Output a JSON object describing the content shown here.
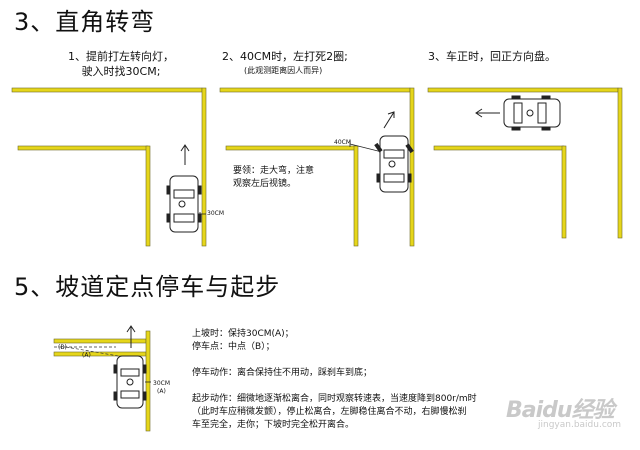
{
  "section3": {
    "title": "3、直角转弯",
    "step1": {
      "line1": "1、提前打左转向灯，",
      "line2": "驶入时找30CM;",
      "dim": "30CM"
    },
    "step2": {
      "line1": "2、40CM时，左打死2圈;",
      "note": "(此观测距离因人而异)",
      "dim": "40CM",
      "tip1": "要领：走大弯，注意",
      "tip2": "观察左后视镜。"
    },
    "step3": {
      "line1": "3、车正时，回正方向盘。"
    }
  },
  "section5": {
    "title": "5、坡道定点停车与起步",
    "marker_a": "(A)",
    "marker_b": "(B)",
    "dim_line1": "30CM",
    "dim_line2": "(A)",
    "lines": [
      "上坡时：保持30CM(A)；",
      "停车点：中点（B）；",
      "停车动作：离合保持住不用动，踩刹车到底；",
      "起步动作：细微地逐渐松离合，同时观察转速表，当速度降到800r/m时",
      "（此时车应稍微发颤），停止松离合，左脚稳住离合不动，右脚慢松刹",
      "车至完全，走你；下坡时完全松开离合。"
    ]
  },
  "watermark": {
    "brand": "Baidu经验",
    "url": "jingyan.baidu.com"
  },
  "colors": {
    "road": "#e6d61a",
    "road_edge": "#6e6a2a"
  }
}
